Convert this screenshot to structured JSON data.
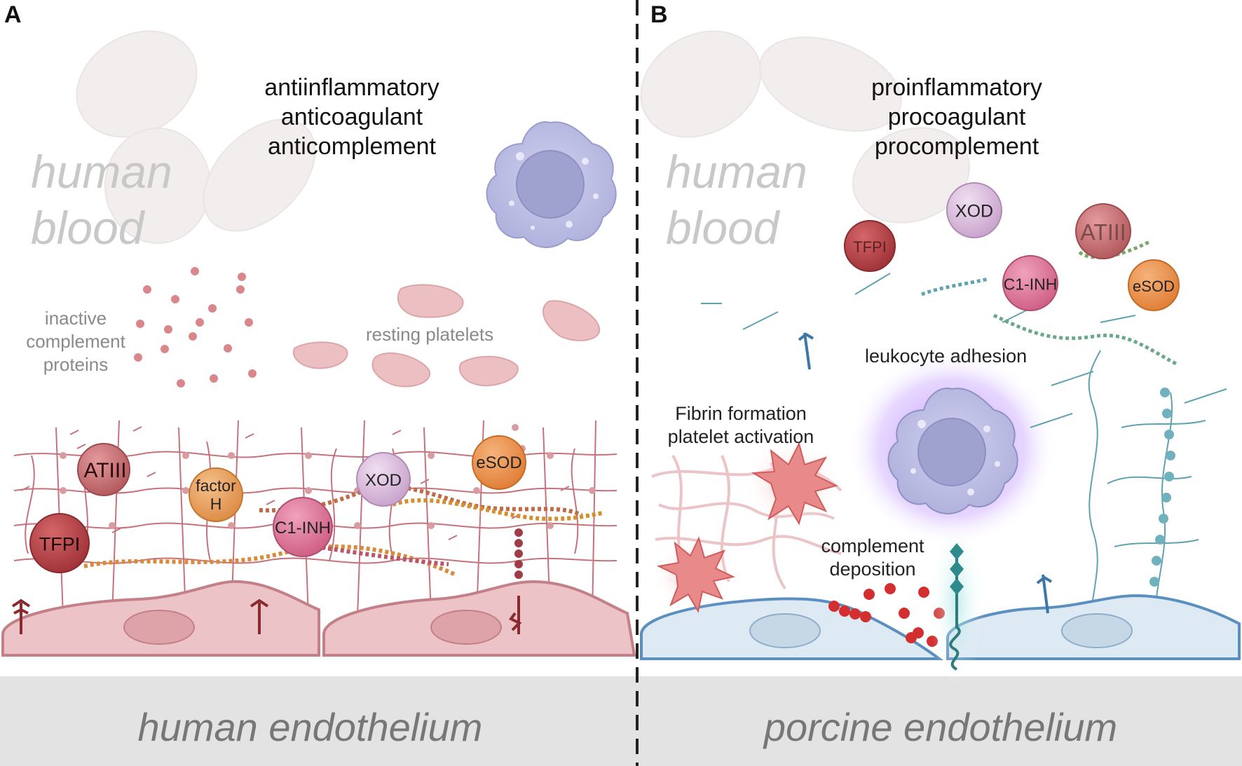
{
  "panels": {
    "A": {
      "letter": "A",
      "properties": [
        "antiinflammatory",
        "anticoagulant",
        "anticomplement"
      ],
      "blood_label": [
        "human",
        "blood"
      ],
      "inactive_complement": [
        "inactive",
        "complement",
        "proteins"
      ],
      "resting_platelets": "resting platelets",
      "molecules": {
        "atiii": "ATIII",
        "tfpi": "TFPI",
        "factor_h": [
          "factor",
          "H"
        ],
        "c1_inh": "C1-INH",
        "xod": "XOD",
        "esod": "eSOD"
      },
      "endothelium": "human endothelium"
    },
    "B": {
      "letter": "B",
      "properties": [
        "proinflammatory",
        "procoagulant",
        "procomplement"
      ],
      "blood_label": [
        "human",
        "blood"
      ],
      "molecules": {
        "xod": "XOD",
        "tfpi": "TFPI",
        "atiii": "ATIII",
        "c1_inh": "C1-INH",
        "esod": "eSOD"
      },
      "leukocyte_adhesion": "leukocyte adhesion",
      "fibrin": [
        "Fibrin formation",
        "platelet activation"
      ],
      "complement_deposition": [
        "complement",
        "deposition"
      ],
      "endothelium": "porcine endothelium"
    }
  },
  "colors": {
    "human_cell": "#ecc3c6",
    "human_cell_border": "#c48088",
    "porcine_cell": "#dde9f3",
    "porcine_cell_border": "#5b8fbf",
    "glyco_human": "#c4737c",
    "glyco_porcine": "#5fa3b0",
    "floor": "#e3e3e3",
    "leukocyte": "#b4b4de",
    "atiii": "#b85e62",
    "tfpi": "#a83c40",
    "factor_h": "#e39a58",
    "c1_inh": "#d76e8e",
    "xod": "#d6b4d8",
    "esod": "#e8924d"
  }
}
